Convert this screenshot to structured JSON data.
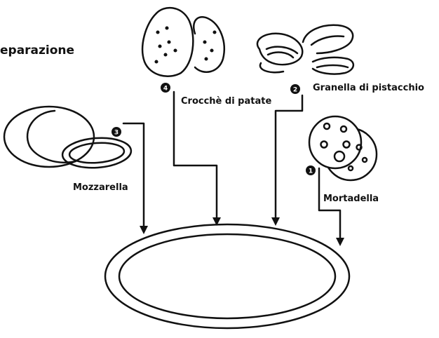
{
  "title": "eparazione",
  "ingredients": [
    {
      "step": "1",
      "name": "Mortadella"
    },
    {
      "step": "2",
      "name": "Granella di pistacchio"
    },
    {
      "step": "3",
      "name": "Mozzarella"
    },
    {
      "step": "4",
      "name": "Crocchè di patate"
    }
  ],
  "icons": {
    "mortadella": "mortadella-slices-icon",
    "pistacchio": "pistachio-nuts-icon",
    "mozzarella": "mozzarella-cheese-icon",
    "patate": "potatoes-icon",
    "base": "pizza-base-icon"
  },
  "colors": {
    "ink": "#111111",
    "background": "#ffffff"
  }
}
